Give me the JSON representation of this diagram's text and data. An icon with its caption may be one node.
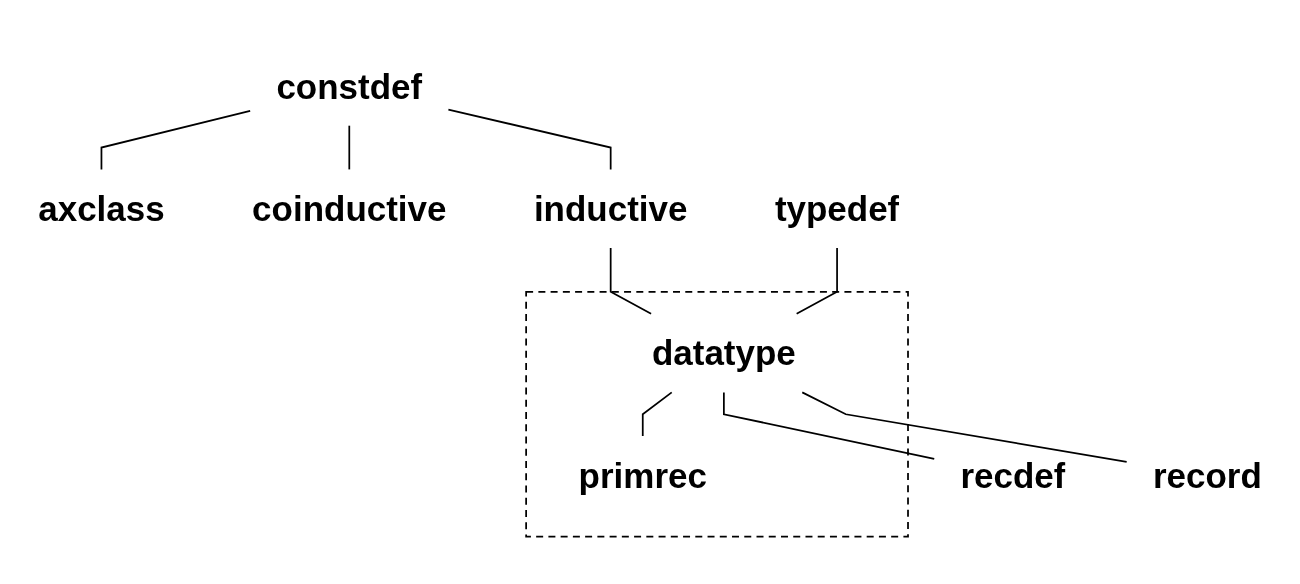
{
  "diagram": {
    "nodes": [
      {
        "text": [
          "constdef"
        ]
      },
      {
        "text": [
          "axclass"
        ]
      },
      {
        "text": [
          "coinductive"
        ]
      },
      {
        "text": [
          "inductive"
        ]
      },
      {
        "text": [
          "typedef"
        ]
      },
      {
        "text": [],
        "shape": "box"
      },
      {
        "text": [
          "datatype"
        ],
        "in": 5
      },
      {
        "text": [
          "recdef"
        ]
      },
      {
        "text": [
          "primrec"
        ],
        "in": 5
      },
      {
        "text": [
          "record"
        ]
      }
    ],
    "edges": [
      {
        "from": 0,
        "to": 1,
        "arrow": "none"
      },
      {
        "from": 0,
        "to": 2,
        "arrow": "none"
      },
      {
        "from": 0,
        "to": 3,
        "arrow": "none"
      },
      {
        "from": 3,
        "to": 6,
        "arrow": "none"
      },
      {
        "from": 4,
        "to": 6,
        "arrow": "none"
      },
      {
        "from": 6,
        "to": 7,
        "arrow": "none"
      },
      {
        "from": 6,
        "to": 8,
        "arrow": "none"
      },
      {
        "from": 6,
        "to": 9,
        "arrow": "none"
      }
    ]
  }
}
